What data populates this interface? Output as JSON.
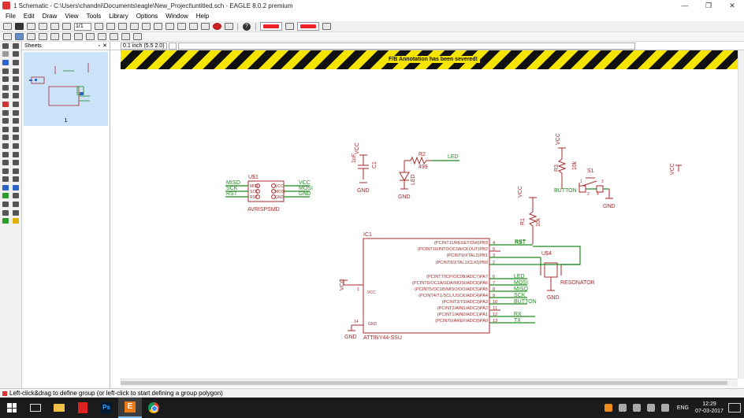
{
  "window": {
    "title": "1 Schematic - C:\\Users\\chandni\\Documents\\eagle\\New_Project\\untitled.sch - EAGLE 8.0.2 premium",
    "controls": [
      "—",
      "❐",
      "✕"
    ]
  },
  "menu": [
    "File",
    "Edit",
    "Draw",
    "View",
    "Tools",
    "Library",
    "Options",
    "Window",
    "Help"
  ],
  "toolbar": {
    "sheet_value": "1/1"
  },
  "sheets_panel": {
    "title": "Sheets",
    "sheet_label": "1"
  },
  "coordinate_bar": {
    "grid": "0.1 inch (5.5 2.0)"
  },
  "warning": {
    "message": "F/B Annotation has been severed!"
  },
  "schematic": {
    "c1": {
      "value": "1uF",
      "name": "C1",
      "supply": "VCC",
      "gnd": "GND"
    },
    "r2": {
      "name": "R2",
      "value": "499",
      "net": "LED",
      "led_label": "LED",
      "gnd": "GND"
    },
    "r3": {
      "name": "R3",
      "value": "10k",
      "supply": "VCC"
    },
    "s1": {
      "name": "S1",
      "net": "BUTTON",
      "gnd": "GND",
      "pins": [
        "1",
        "2",
        "3",
        "4"
      ]
    },
    "vcc_right": "VCC",
    "u1": {
      "name": "U$1",
      "part": "AVRISPSMD",
      "left_nets": [
        "MISO",
        "SCK",
        "RST"
      ],
      "right_nets": [
        "VCC",
        "MOSI",
        "GND"
      ],
      "pin_labels_left": [
        "MISO",
        "SCK",
        "RST"
      ],
      "pin_labels_right": [
        "VCC",
        "MOSI",
        "GND"
      ]
    },
    "r1": {
      "name": "R1",
      "value": "10k",
      "supply": "VCC",
      "net": "RST"
    },
    "u4": {
      "name": "U$4",
      "part": "RESONATOR",
      "gnd": "GND"
    },
    "ic1": {
      "name": "IC1",
      "part": "ATTINY44-SSU",
      "vcc_label": "VCC",
      "vcc_pin": "1",
      "vcc_supply": "VCC",
      "gnd_label": "GND",
      "gnd_pin": "14",
      "gnd_supply": "GND",
      "pins": [
        {
          "label": "(PCINT11/RESET/DW)PB3",
          "num": "4",
          "net": "RST"
        },
        {
          "label": "(PCINT10/INT0/OC0A/CKOUT)PB2",
          "num": "5",
          "net": ""
        },
        {
          "label": "(PCINT9/XTAL2)PB1",
          "num": "3",
          "net": ""
        },
        {
          "label": "(PCINT8/XTAL1/CLKI)PB0",
          "num": "2",
          "net": ""
        },
        {
          "label": "(PCINT7/ICP/OC0B/ADC7)PA7",
          "num": "6",
          "net": "LED"
        },
        {
          "label": "(PCINT6/OC1A/SDA/MOSI/ADC6)PA6",
          "num": "7",
          "net": "MOSI"
        },
        {
          "label": "(PCINT5/OC1B/MISO/DO/ADC5)PA5",
          "num": "8",
          "net": "MISO"
        },
        {
          "label": "(PCINT4/T1/SCL/USCK/ADC4)PA4",
          "num": "9",
          "net": "SCK"
        },
        {
          "label": "(PCINT3/T0/ADC3)PA3",
          "num": "10",
          "net": "BUTTON"
        },
        {
          "label": "(PCINT2/AIN1/ADC2)PA2",
          "num": "11",
          "net": ""
        },
        {
          "label": "(PCINT1/AIN0/ADC1)PA1",
          "num": "12",
          "net": "RX"
        },
        {
          "label": "(PCINT0/AREF/ADC0)PA0",
          "num": "13",
          "net": "TX"
        }
      ]
    }
  },
  "status": {
    "message": "Left-click&drag to define group (or left-click to start defining a group polygon)"
  },
  "taskbar": {
    "language": "ENG",
    "time": "12:29",
    "date": "07-03-2017"
  },
  "colors": {
    "schematic_red": "#a52a2a",
    "net_green": "#1f8a1f",
    "thumb_bg": "#cbe2f8",
    "warning_yellow": "#f5e400"
  }
}
